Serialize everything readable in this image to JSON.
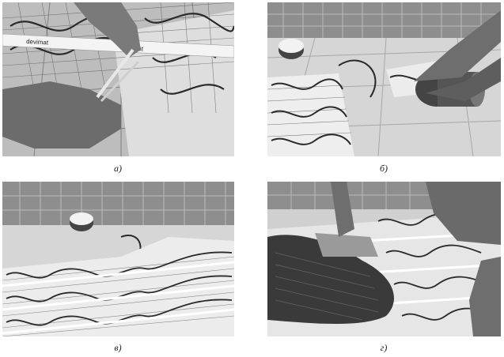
{
  "figure": {
    "panels": [
      {
        "id": "a",
        "caption": "а)",
        "tape_text": "devimat"
      },
      {
        "id": "b",
        "caption": "б)"
      },
      {
        "id": "v",
        "caption": "в)"
      },
      {
        "id": "g",
        "caption": "г)"
      }
    ]
  },
  "colors": {
    "tile": "#d4d4d4",
    "grout": "#9a9a9a",
    "wall_tile": "#8e8e8e",
    "mat_white": "#f2f2f2",
    "cable": "#2a2a2a",
    "adhesive": "#3a3a3a",
    "skin": "#6e6e6e"
  }
}
